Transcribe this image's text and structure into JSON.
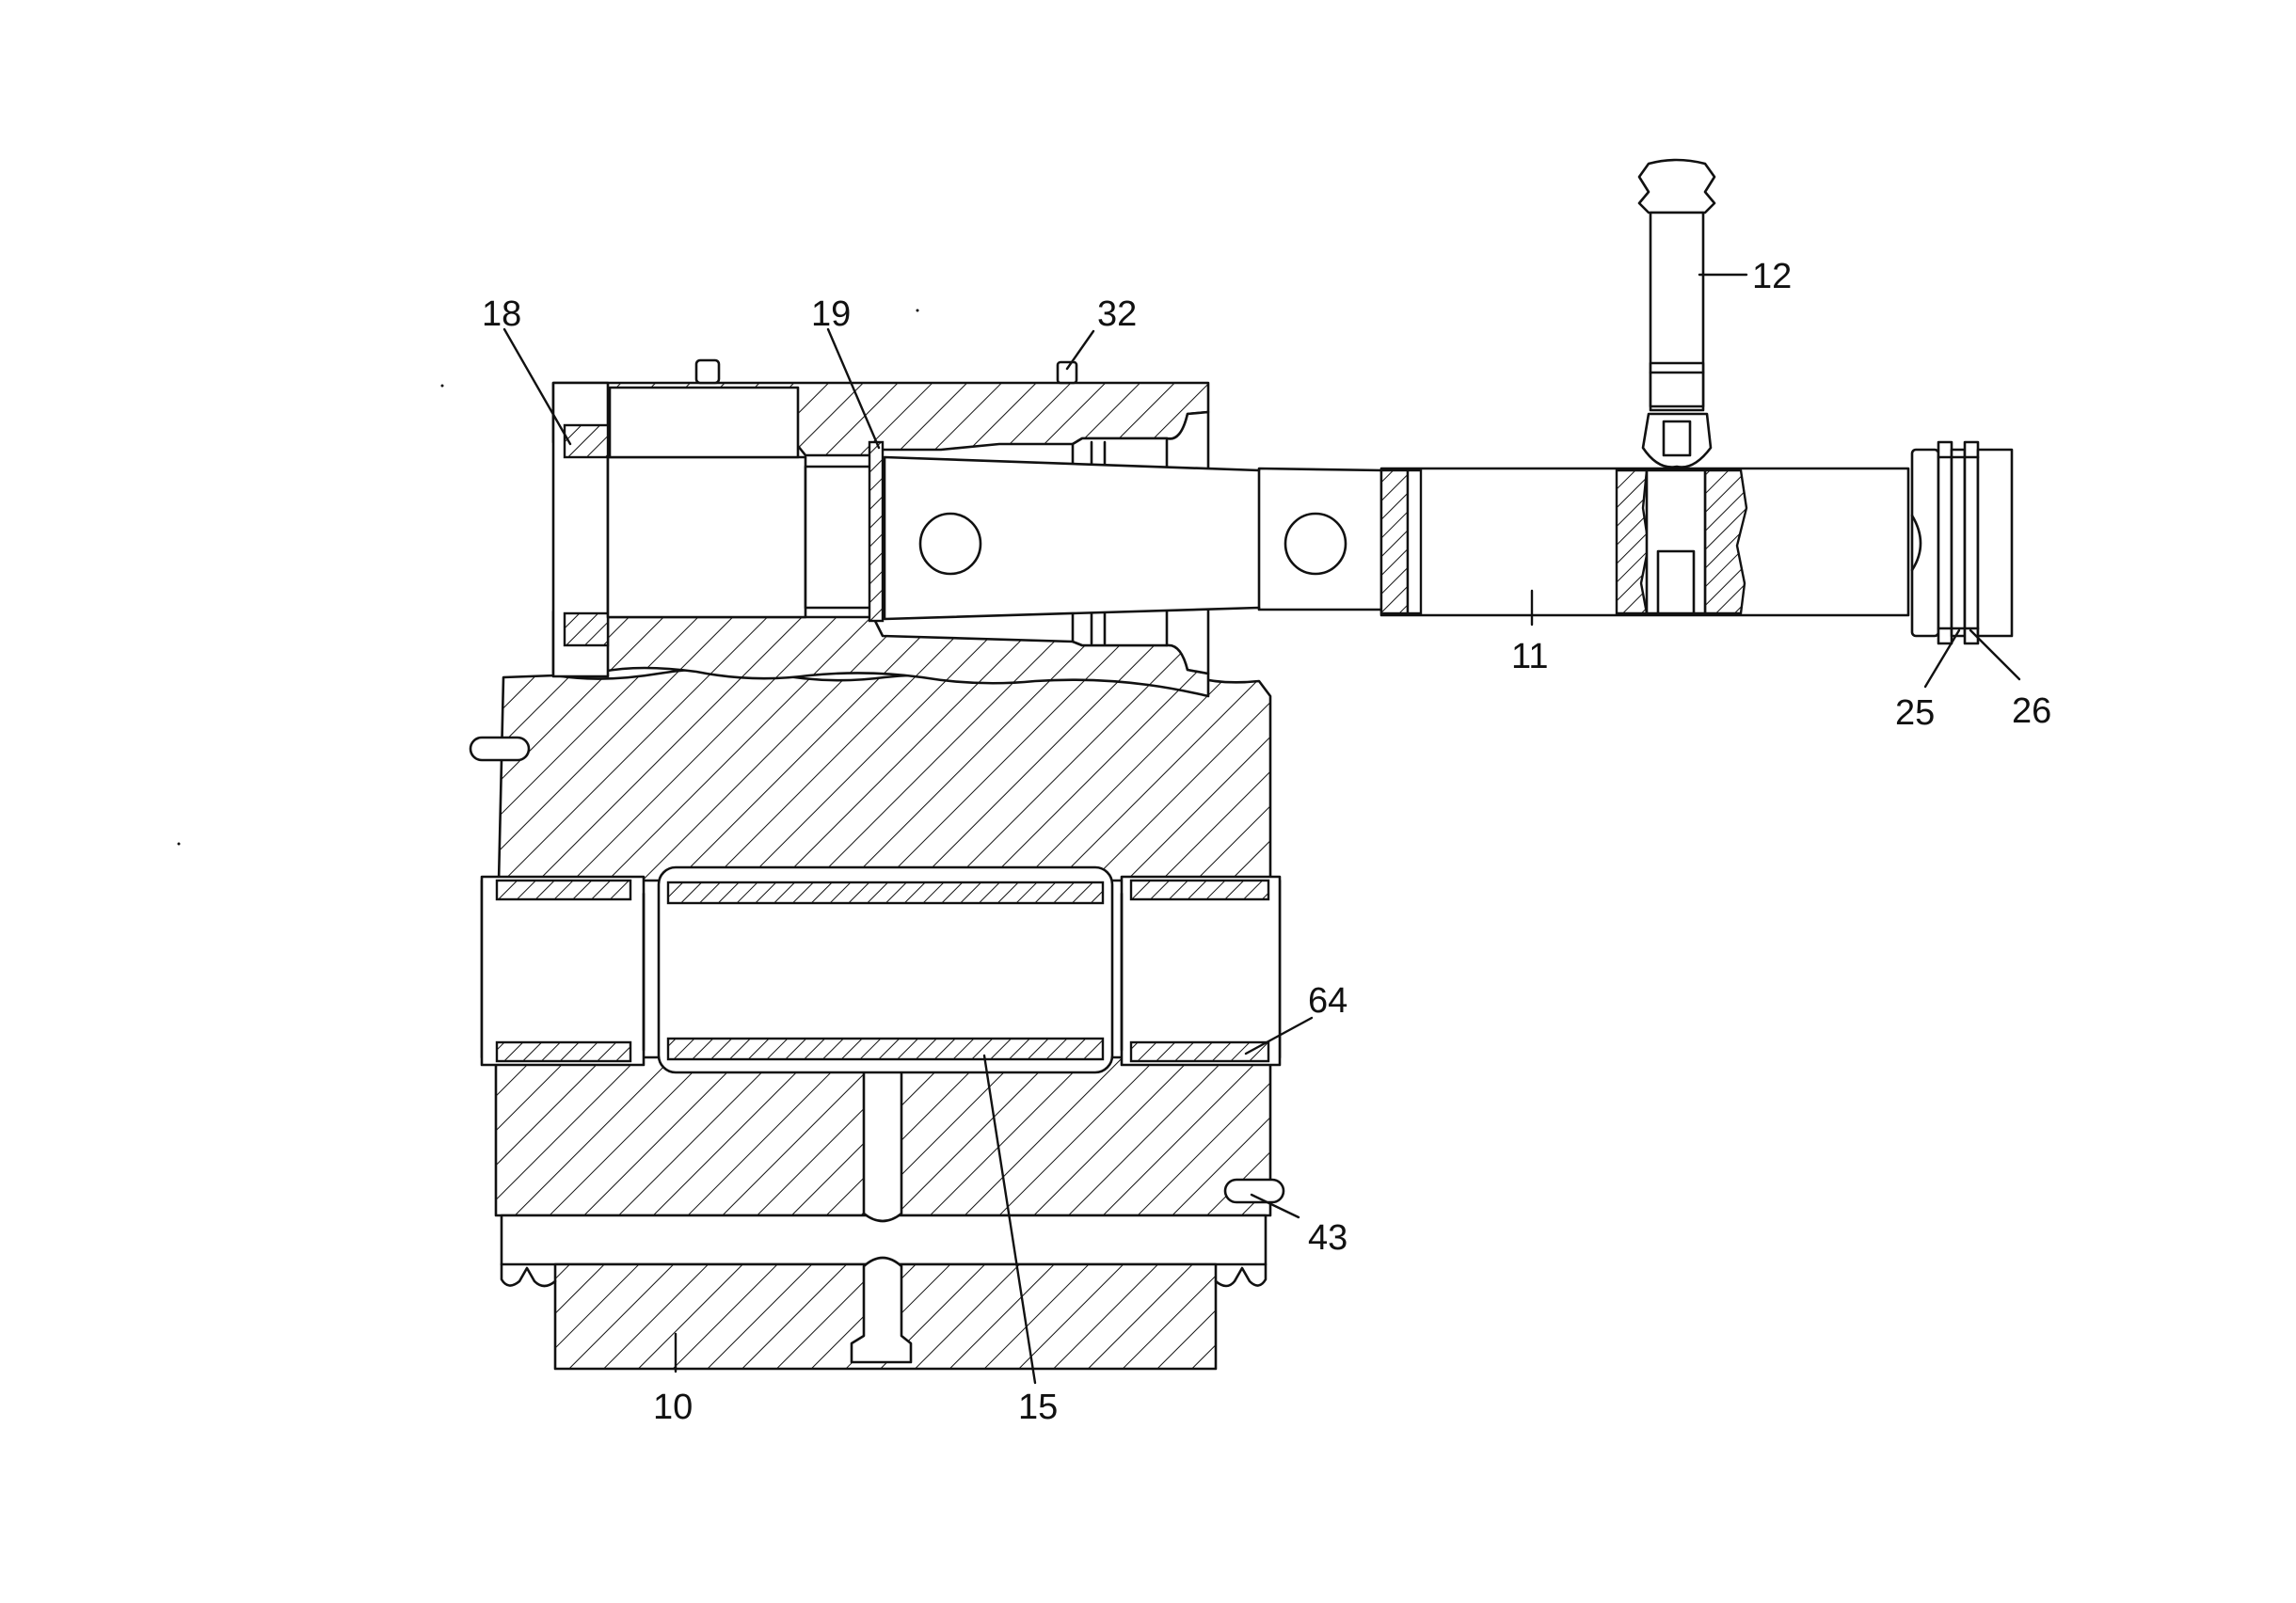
{
  "references": {
    "r10": "10",
    "r11": "11",
    "r12": "12",
    "r15": "15",
    "r18": "18",
    "r19": "19",
    "r25": "25",
    "r26": "26",
    "r32": "32",
    "r43": "43",
    "r64": "64"
  },
  "colors": {
    "line": "#111111",
    "background": "#ffffff"
  }
}
